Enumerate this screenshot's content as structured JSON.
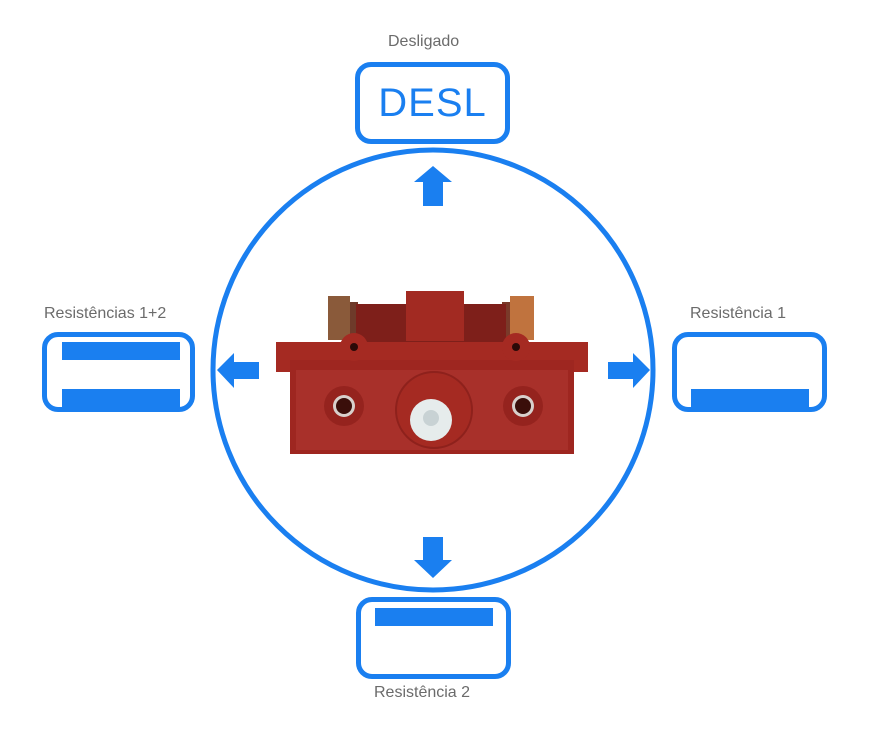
{
  "diagram": {
    "title": "Switch positions",
    "accent_color": "#1a7ff0",
    "label_color": "#6b6b6b",
    "switch_body_color": "#a52a22",
    "center_component": "rotary-switch-photo",
    "positions": {
      "top": {
        "label": "Desligado",
        "symbol_text": "DESL",
        "arrow": "arrow-up-icon"
      },
      "left": {
        "label": "Resistências 1+2",
        "bars": [
          "top",
          "bottom"
        ],
        "arrow": "arrow-left-icon"
      },
      "right": {
        "label": "Resistência 1",
        "bars": [
          "bottom"
        ],
        "arrow": "arrow-right-icon"
      },
      "bottom": {
        "label": "Resistência 2",
        "bars": [
          "top"
        ],
        "arrow": "arrow-down-icon"
      }
    }
  }
}
